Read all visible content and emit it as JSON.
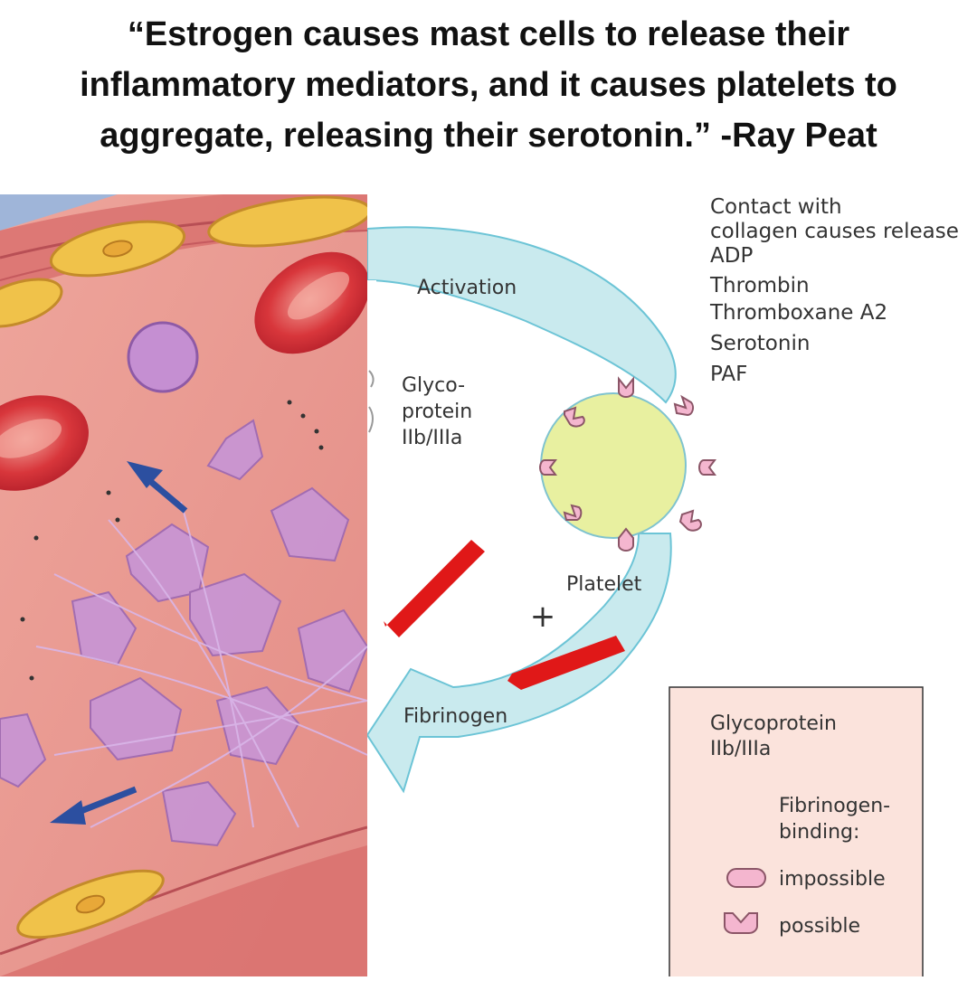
{
  "caption": {
    "lines": [
      "“Estrogen causes mast cells to release their",
      "inflammatory mediators, and it causes platelets to",
      "aggregate, releasing their serotonin.” -Ray Peat"
    ]
  },
  "diagram": {
    "release_list": [
      "Contact with",
      "collagen causes release",
      "ADP",
      "Thrombin",
      "Thromboxane A2",
      "Serotonin",
      "PAF"
    ],
    "labels": {
      "activation": "Activation",
      "glycoprotein": [
        "Glyco-",
        "protein",
        "IIb/IIIa"
      ],
      "platelet": "Platelet",
      "fibrinogen": "Fibrinogen",
      "plus": "+"
    },
    "legend": {
      "title": [
        "Glycoprotein",
        "IIb/IIIa"
      ],
      "subtitle": [
        "Fibrinogen-",
        "binding:"
      ],
      "impossible": "impossible",
      "possible": "possible"
    }
  },
  "colors": {
    "vessel_bg": "#e99a8f",
    "arrow_fill": "#c9eaee",
    "arrow_stroke": "#6cc4d6",
    "platelet_fill": "#e8f0a0",
    "receptor": "#f4b6cf",
    "fibrinogen": "#e01818",
    "legend_bg": "#fbe3dc"
  },
  "icons": [
    "impossible-receptor-icon",
    "possible-receptor-icon",
    "red-blood-cell-icon",
    "blue-arrow-icon"
  ]
}
